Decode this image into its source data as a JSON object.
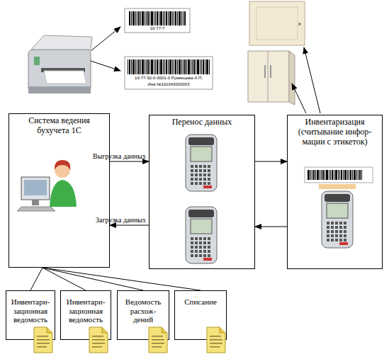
{
  "diagram": {
    "nodes": [
      {
        "text": [
          "Система ведения бухучета 1С"
        ]
      },
      {
        "text": [
          "Перенос данных"
        ]
      },
      {
        "text": [
          "Инвентаризация (считывание инфор- мации с этикеток)"
        ]
      },
      {
        "text": [
          "Инвентари- зационная ведомость"
        ]
      },
      {
        "text": [
          "Инвентари- зационная ведомость"
        ]
      },
      {
        "text": [
          "Ведомость расхож- дений"
        ]
      },
      {
        "text": [
          "Списание"
        ]
      }
    ],
    "edges": [
      {
        "from": 0,
        "to": 1,
        "label": "Выгрузка данных",
        "arrow": "to"
      },
      {
        "from": 1,
        "to": 0,
        "label": "Загрузка данных",
        "arrow": "to"
      },
      {
        "from": 1,
        "to": 2,
        "arrow": "to"
      },
      {
        "from": 2,
        "to": 1,
        "arrow": "to"
      },
      {
        "from": 0,
        "to": 3,
        "arrow": "none"
      },
      {
        "from": 0,
        "to": 4,
        "arrow": "none"
      },
      {
        "from": 0,
        "to": 5,
        "arrow": "none"
      },
      {
        "from": 0,
        "to": 6,
        "arrow": "none"
      }
    ],
    "labels": [
      "10-77-7",
      "10-77-92-0-0001-0 Румянцева А.П.",
      "Инв №101043000003"
    ]
  }
}
